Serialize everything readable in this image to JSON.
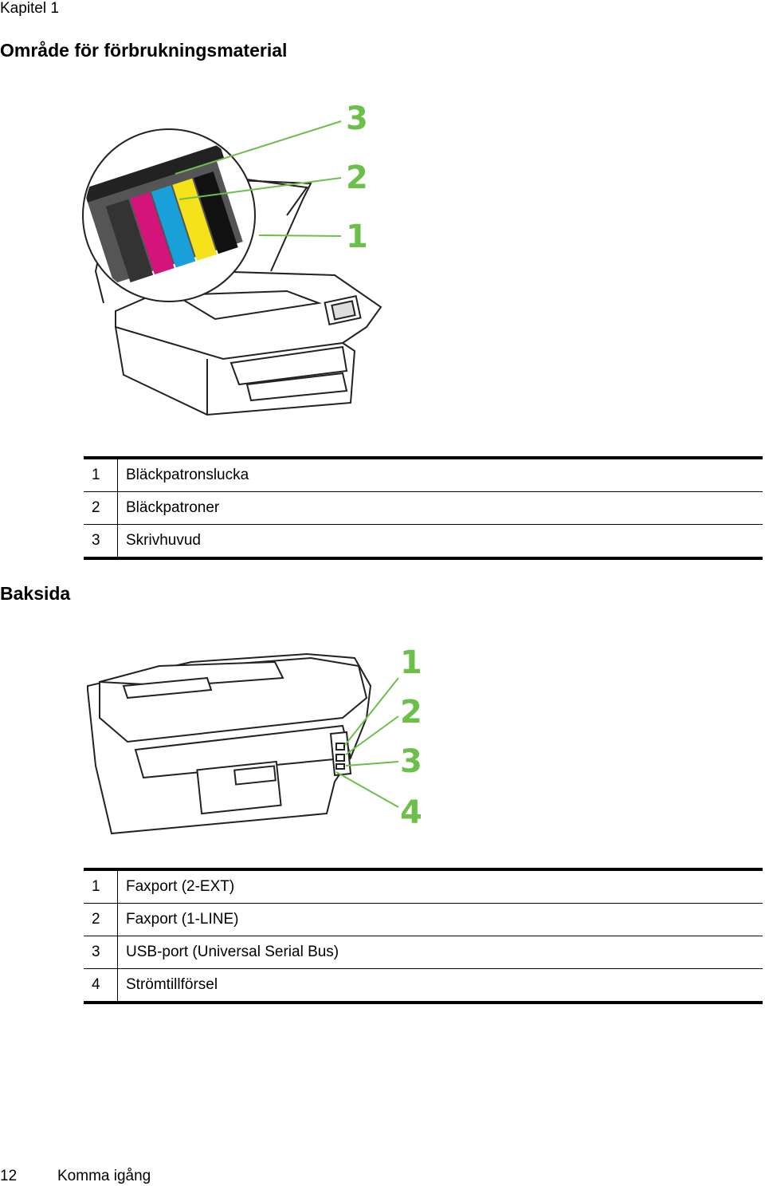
{
  "header": {
    "chapter": "Kapitel 1"
  },
  "supplies": {
    "heading": "Område för förbrukningsmaterial",
    "callouts": [
      "3",
      "2",
      "1"
    ],
    "legend": [
      {
        "num": "1",
        "label": "Bläckpatronslucka"
      },
      {
        "num": "2",
        "label": "Bläckpatroner"
      },
      {
        "num": "3",
        "label": "Skrivhuvud"
      }
    ]
  },
  "back": {
    "heading": "Baksida",
    "callouts": [
      "1",
      "2",
      "3",
      "4"
    ],
    "legend": [
      {
        "num": "1",
        "label": "Faxport (2-EXT)"
      },
      {
        "num": "2",
        "label": "Faxport (1-LINE)"
      },
      {
        "num": "3",
        "label": "USB-port (Universal Serial Bus)"
      },
      {
        "num": "4",
        "label": "Strömtillförsel"
      }
    ]
  },
  "colors": {
    "callout_green": "#6dbf4b",
    "cartridge_magenta": "#d4147a",
    "cartridge_cyan": "#1aa0d8",
    "cartridge_yellow": "#f5e21b",
    "cartridge_black": "#111111"
  },
  "footer": {
    "page_number": "12",
    "title": "Komma igång"
  }
}
